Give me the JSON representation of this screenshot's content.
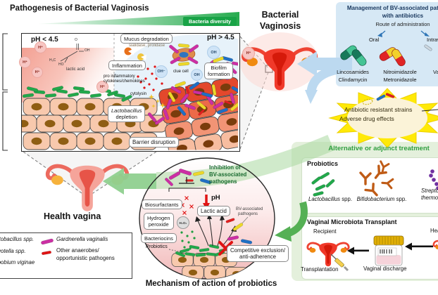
{
  "pathogenesis": {
    "title": "Pathogenesis of Bacterial Vaginosis",
    "diversity_label": "Bacteria diversity",
    "ph_low": "pH < 4.5",
    "ph_high": "pH > 4.5",
    "lactic_acid": "lactic acid",
    "chem": {
      "h3c": "H₃C",
      "o": "O",
      "oh": "OH",
      "ho": "HO"
    },
    "ions": {
      "h": "H⁺",
      "oh_minus": "OH⁻",
      "oh": "OH"
    },
    "mucus": "Mucus degradation",
    "enzymes": "sialidase, prolidase",
    "inflammation": "Inflammation",
    "cytokines1": "pro inflammatory",
    "cytokines2": "cytokines/chemokines",
    "cytolysin": "cytolysin",
    "clue_cell": "clue cell",
    "biofilm1": "Biofilm",
    "biofilm2": "formation",
    "depletion1": "Lactobacillus",
    "depletion2": "depletion",
    "barrier": "Barrier disruption"
  },
  "bv": {
    "title1": "Bacterial",
    "title2": "Vaginosis"
  },
  "management": {
    "title1": "Management of BV-associated pathogens",
    "title2": "with antibiotics",
    "route": "Route of administration",
    "oral": "Oral",
    "intravaginal": "Intravaginal",
    "drug1_class": "Lincosamides",
    "drug1_name": "Clindamycin",
    "drug2_class": "Nitroimidazole",
    "drug2_name": "Metronidazole",
    "drug3_class": "Vaginal"
  },
  "warning": {
    "line1": "Antibiotic resistant strains",
    "line2": "Adverse drug effects"
  },
  "alternative": {
    "header": "Alternative or adjunct treatment",
    "probiotics": {
      "title": "Probiotics",
      "sp1_genus": "Lactobacillus",
      "sp1_suffix": " spp.",
      "sp2_genus": "Bifidobacterium",
      "sp2_suffix": " spp.",
      "sp3_line1": "Streptococcus",
      "sp3_line2": "thermophilus"
    },
    "vmt": {
      "title": "Vaginal Microbiota Transplant",
      "recipient": "Recipient",
      "transplantation": "Transplantation",
      "discharge": "Vaginal discharge",
      "donor": "Healthy donor"
    }
  },
  "health": {
    "title": "Health vagina"
  },
  "mechanism": {
    "caption": "Mechanism of action of probiotics",
    "inhibition1": "Inhibition of",
    "inhibition2": "BV-associated",
    "inhibition3": "pathogens",
    "ph": "pH",
    "lactic_acid": "Lactic acid",
    "biosurfactants": "Biosurfactants",
    "hydrogen1": "Hydrogen",
    "hydrogen2": "peroxide",
    "h2o2": "H₂O₂",
    "bacteriocins": "Bacteriocins",
    "probiotics": "Probiotics",
    "bv_pathogens1": "BV-associated",
    "bv_pathogens2": "pathogens",
    "competitive1": "Competitive exclusion/",
    "competitive2": "anti-adherence"
  },
  "legend": {
    "left1": "Lactobacillus spp.",
    "left2": "Prevotella spp.",
    "left3": "Atopobium viginae",
    "right1": "Gardnerella vaginalis",
    "right2": "Other anaerobes/",
    "right3": "opportunistic pathogens"
  },
  "colors": {
    "accent_green": "#18a346",
    "panel_green": "#e4f0dc",
    "panel_blue": "#d6e8f5",
    "navy_text": "#17365d",
    "warning_yellow": "#ffe908",
    "alert_red": "#e01414",
    "dark_green_text": "#196b30",
    "magenta": "#cc2fa4"
  }
}
